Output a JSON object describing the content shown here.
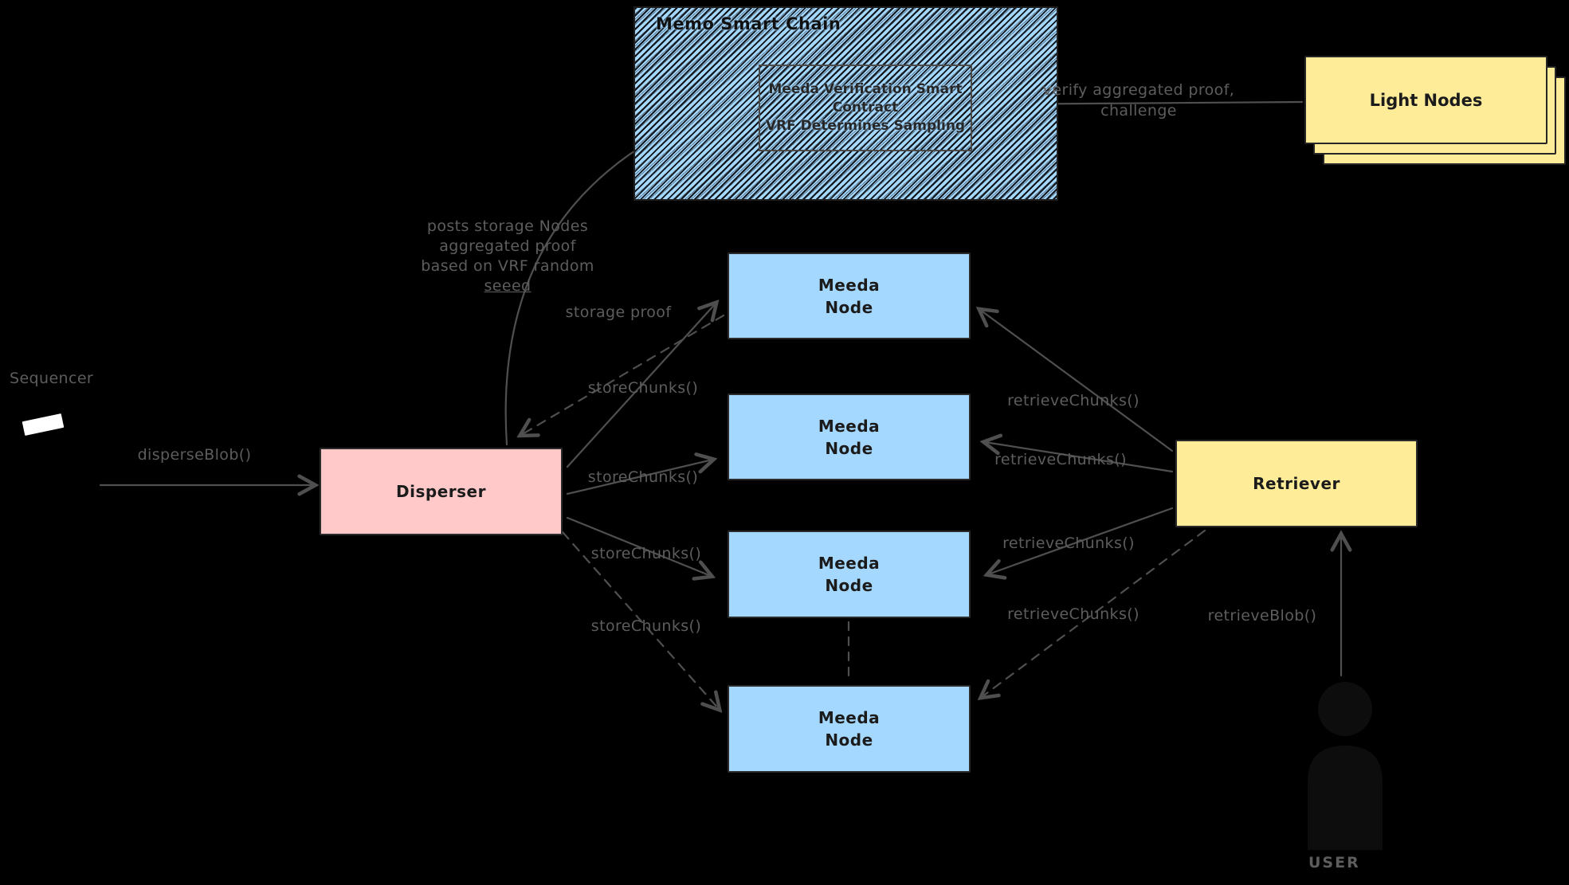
{
  "colors": {
    "background": "#000000",
    "node_blue": "#a5d8ff",
    "node_pink": "#ffc9c9",
    "node_yellow": "#ffec99",
    "edge_grey": "#4f4f4f",
    "label_grey": "#5d5d5d",
    "box_text": "#1b1b1b"
  },
  "memo_chain": {
    "title": "Memo Smart Chain",
    "contract_lines": [
      "Meeda Verification Smart",
      "Contract",
      "VRF Determines Sampling"
    ]
  },
  "light_nodes": {
    "label": "Light Nodes"
  },
  "disperser": {
    "label": "Disperser"
  },
  "retriever": {
    "label": "Retriever"
  },
  "meeda_node": {
    "line1": "Meeda",
    "line2": "Node"
  },
  "actors": {
    "sequencer": "Sequencer",
    "user": "USER"
  },
  "edges": {
    "disperse_blob": "disperseBlob()",
    "posts_proof_lines": [
      "posts storage Nodes",
      "aggregated proof",
      "based on VRF random",
      "seeed"
    ],
    "storage_proof": "storage proof",
    "store_chunks": "storeChunks()",
    "retrieve_chunks": "retrieveChunks()",
    "verify_lines": [
      "verify aggregated proof,",
      "challenge"
    ],
    "retrieve_blob": "retrieveBlob()"
  }
}
